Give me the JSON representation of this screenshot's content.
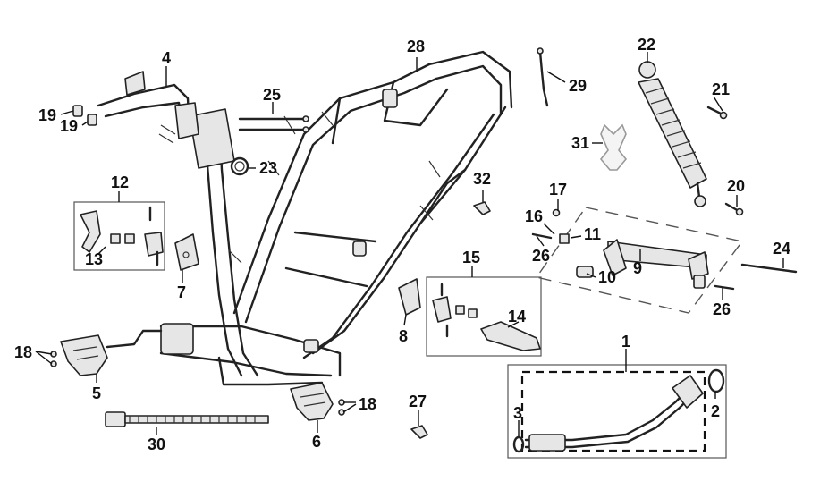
{
  "callouts": [
    {
      "id": "1",
      "label": "1"
    },
    {
      "id": "2",
      "label": "2"
    },
    {
      "id": "3",
      "label": "3"
    },
    {
      "id": "4",
      "label": "4"
    },
    {
      "id": "5",
      "label": "5"
    },
    {
      "id": "6",
      "label": "6"
    },
    {
      "id": "7",
      "label": "7"
    },
    {
      "id": "8",
      "label": "8"
    },
    {
      "id": "9",
      "label": "9"
    },
    {
      "id": "10",
      "label": "10"
    },
    {
      "id": "11",
      "label": "11"
    },
    {
      "id": "12",
      "label": "12"
    },
    {
      "id": "13",
      "label": "13"
    },
    {
      "id": "14",
      "label": "14"
    },
    {
      "id": "15",
      "label": "15"
    },
    {
      "id": "16",
      "label": "16"
    },
    {
      "id": "17",
      "label": "17"
    },
    {
      "id": "18a",
      "label": "18"
    },
    {
      "id": "18b",
      "label": "18"
    },
    {
      "id": "19a",
      "label": "19"
    },
    {
      "id": "19b",
      "label": "19"
    },
    {
      "id": "20",
      "label": "20"
    },
    {
      "id": "21",
      "label": "21"
    },
    {
      "id": "22",
      "label": "22"
    },
    {
      "id": "23",
      "label": "23"
    },
    {
      "id": "24",
      "label": "24"
    },
    {
      "id": "25",
      "label": "25"
    },
    {
      "id": "26a",
      "label": "26"
    },
    {
      "id": "26b",
      "label": "26"
    },
    {
      "id": "27",
      "label": "27"
    },
    {
      "id": "28",
      "label": "28"
    },
    {
      "id": "29",
      "label": "29"
    },
    {
      "id": "30",
      "label": "30"
    },
    {
      "id": "31",
      "label": "31"
    },
    {
      "id": "32",
      "label": "32"
    }
  ]
}
